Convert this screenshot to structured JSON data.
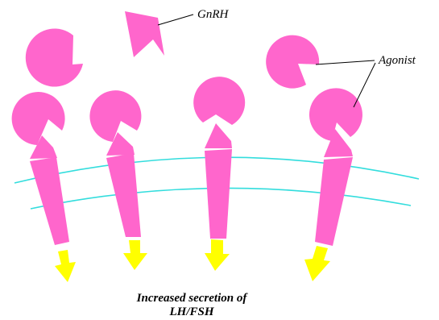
{
  "labels": {
    "gnrh": "GnRH",
    "agonist": "Agonist",
    "caption_line1": "Increased secretion of",
    "caption_line2": "LH/FSH"
  },
  "colors": {
    "receptor_ligand": "#ff66cc",
    "membrane": "#33dddd",
    "signal_arrow": "#ffff00",
    "text": "#000000"
  }
}
